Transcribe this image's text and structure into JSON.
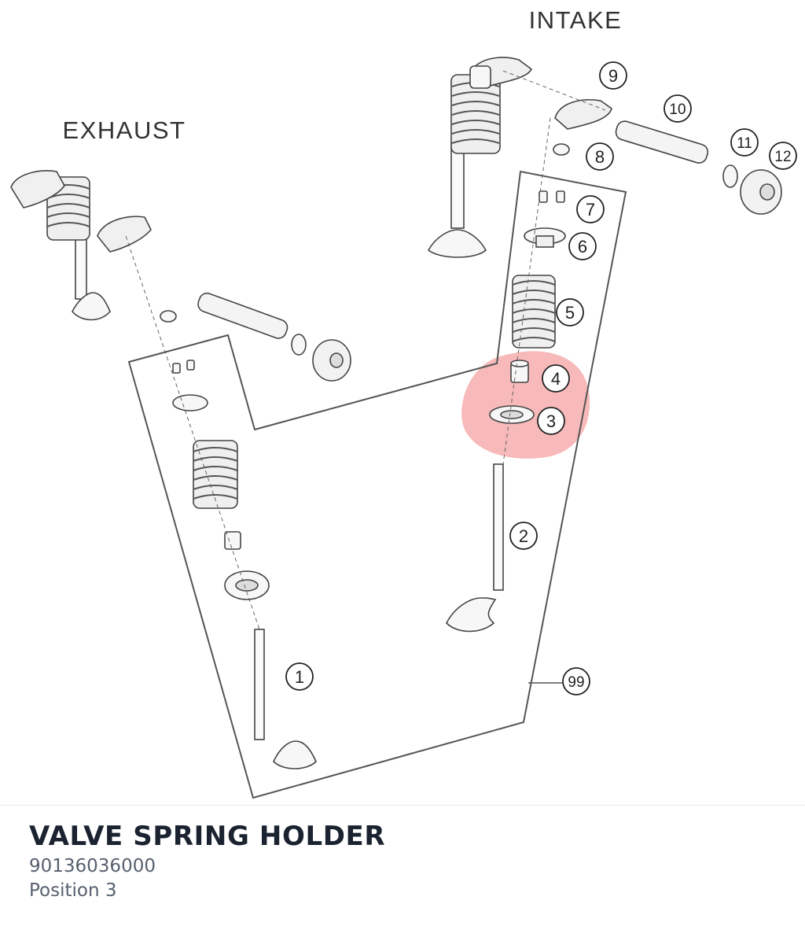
{
  "diagram": {
    "title_intake": "INTAKE",
    "title_exhaust": "EXHAUST",
    "highlight_color": "#f28b8b",
    "callouts": [
      "1",
      "2",
      "3",
      "4",
      "5",
      "6",
      "7",
      "8",
      "9",
      "10",
      "11",
      "12",
      "99"
    ]
  },
  "part": {
    "name": "VALVE SPRING HOLDER",
    "number": "90136036000",
    "position": "Position 3"
  }
}
